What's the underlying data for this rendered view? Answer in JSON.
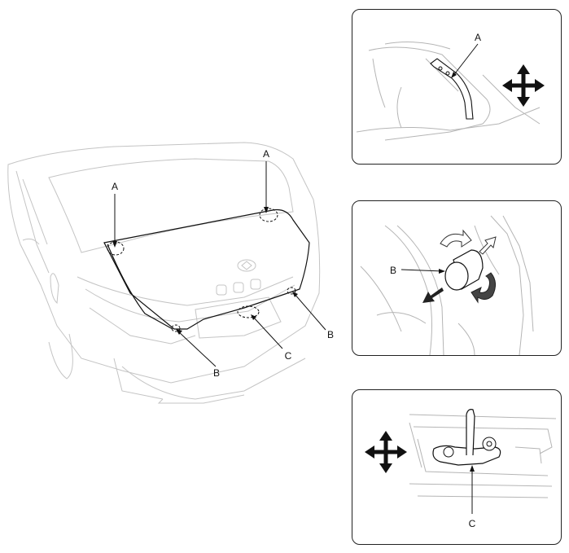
{
  "labels": {
    "main_a_left": "A",
    "main_a_right": "A",
    "main_b_left": "B",
    "main_b_right": "B",
    "main_c": "C",
    "panel_a": "A",
    "panel_b": "B",
    "panel_c": "C"
  },
  "icons": {
    "move_arrows": "four-way-move-icon",
    "rotate_arrows": "rotate-icon"
  },
  "colors": {
    "line": "#111111",
    "car_outline": "#c4c4c4"
  }
}
